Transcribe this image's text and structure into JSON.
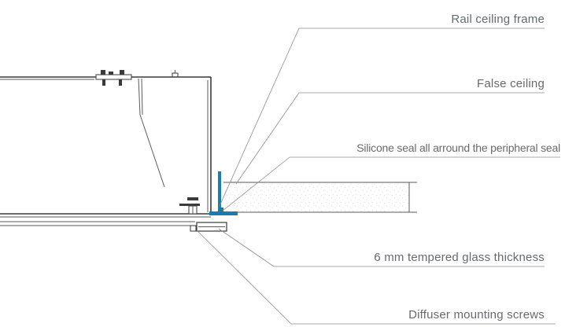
{
  "labels": {
    "rail_ceiling_frame": "Rail ceiling frame",
    "false_ceiling": "False ceiling",
    "silicone_seal": "Silicone seal all arround the peripheral seal",
    "tempered_glass": "6 mm tempered glass thickness",
    "mounting_screws": "Diffuser mounting screws"
  },
  "colors": {
    "rail_profile": "#1a7db0",
    "line": "#3a3a3a",
    "leader": "#8a8d90",
    "text": "#666a6e"
  }
}
